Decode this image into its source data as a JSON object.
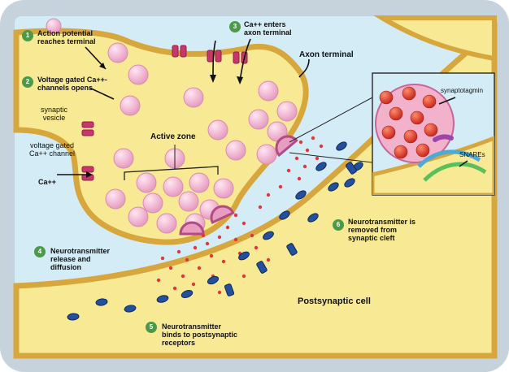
{
  "colors": {
    "frame": "#c7d3dc",
    "cleft": "#d4ecf6",
    "cytoplasm": "#f8ea95",
    "membrane": "#d7a73e",
    "vesicle": "#f5b8d2",
    "neurotransmitter": "#e1373a",
    "receptor": "#244f9c",
    "calcium_channel": "#c8376c",
    "step_badge": "#4a9a48"
  },
  "steps": [
    {
      "number": "1",
      "text": "Action potential\nreaches terminal"
    },
    {
      "number": "2",
      "text": "Voltage gated Ca++-\nchannels opens"
    },
    {
      "number": "3",
      "text": "Ca++ enters\naxon terminal"
    },
    {
      "number": "4",
      "text": "Neurotransmitter\nrelease and\ndiffusion"
    },
    {
      "number": "5",
      "text": "Neurotransmitter\nbinds to postsynaptic\nreceptors"
    },
    {
      "number": "6",
      "text": "Neurotransmitter is\nremoved from\nsynaptic cleft"
    }
  ],
  "labels": {
    "axon_terminal": "Axon terminal",
    "synaptic_vesicle": "synaptic\nvesicle",
    "voltage_gated_channel": "voltage gated\nCa++ channel",
    "ca_ion": "Ca++",
    "active_zone": "Active zone",
    "postsynaptic_cell": "Postsynaptic cell",
    "synaptotagmin": "synaptotagmin",
    "snares": "SNAREs"
  }
}
